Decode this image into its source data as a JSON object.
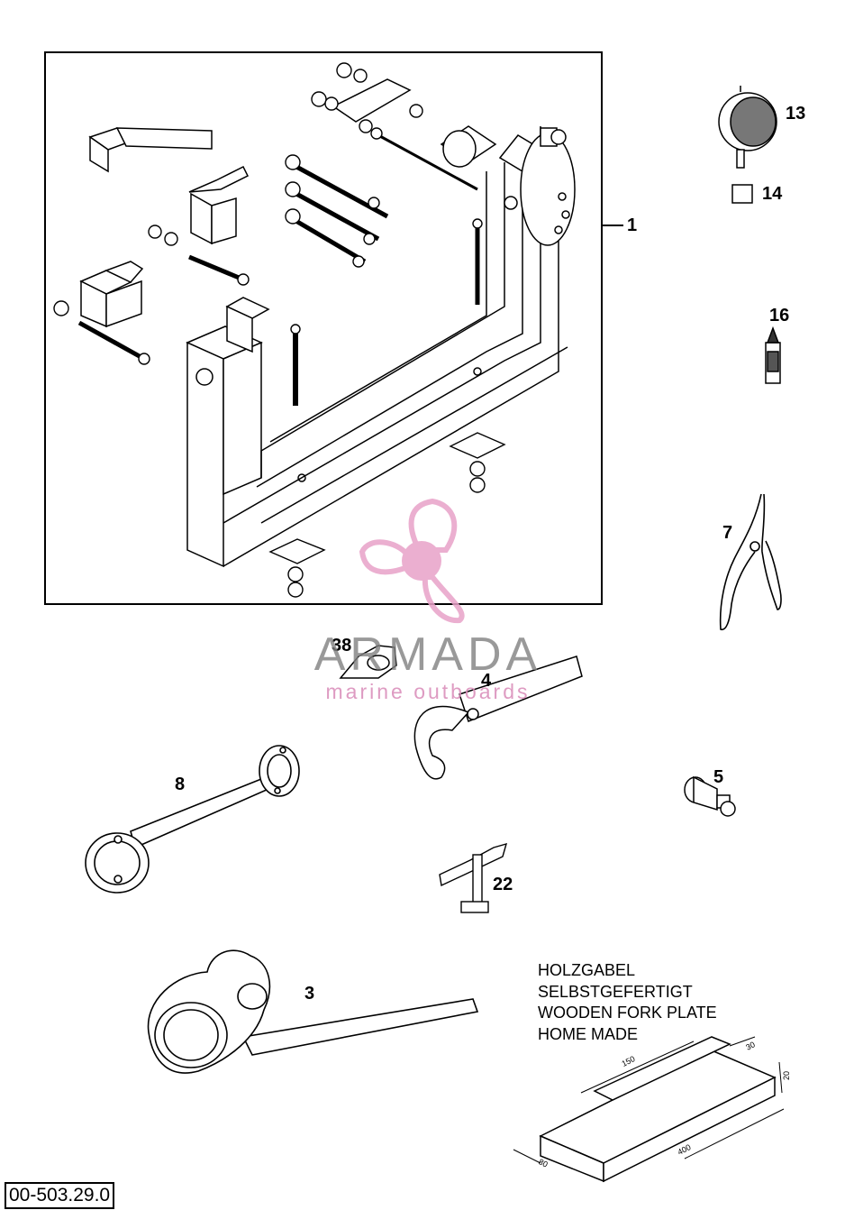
{
  "callouts": {
    "c1": "1",
    "c13": "13",
    "c14": "14",
    "c16": "16",
    "c7": "7",
    "c38": "38",
    "c4": "4",
    "c5": "5",
    "c8": "8",
    "c22": "22",
    "c3": "3"
  },
  "note_lines": [
    "HOLZGABEL",
    "SELBSTGEFERTIGT",
    "WOODEN FORK PLATE",
    "HOME MADE"
  ],
  "dimensions": {
    "d150": "150",
    "d30": "30",
    "d20": "20",
    "d400": "400",
    "d80": "80"
  },
  "watermark": {
    "name": "ARMADA",
    "tagline": "marine outboards",
    "logo_color": "#e8a2c8"
  },
  "document_id": "00-503.29.0"
}
